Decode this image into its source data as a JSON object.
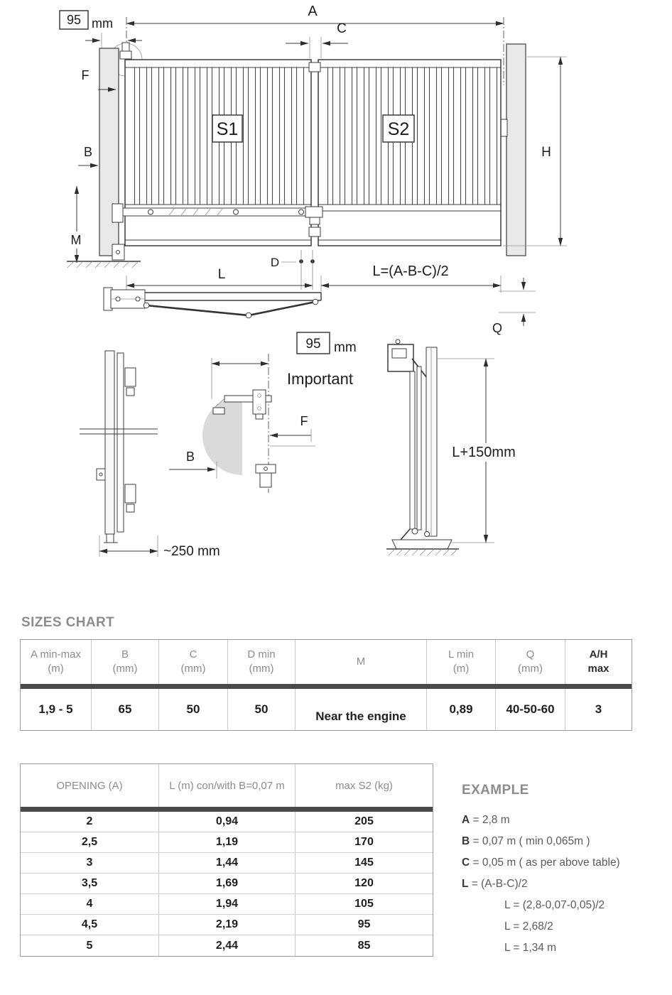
{
  "drawing": {
    "front": {
      "dim_a": "A",
      "box_95": "95",
      "unit_mm": "mm",
      "dim_c": "C",
      "dim_f": "F",
      "dim_b": "B",
      "leaf_s1": "S1",
      "leaf_s2": "S2",
      "dim_h": "H",
      "dim_m": "M",
      "dim_d": "D",
      "dim_l": "L",
      "formula_l": "L=(A-B-C)/2",
      "dim_q": "Q"
    },
    "details": {
      "box_95": "95",
      "unit_mm": "mm",
      "important": "Important",
      "dim_f": "F",
      "dim_b": "B",
      "dim_250": "~250 mm",
      "dim_l150": "L+150mm"
    }
  },
  "sizes_chart": {
    "title": "SIZES CHART",
    "headers": [
      {
        "l1": "A min-max",
        "l2": "(m)"
      },
      {
        "l1": "B",
        "l2": "(mm)"
      },
      {
        "l1": "C",
        "l2": "(mm)"
      },
      {
        "l1": "D min",
        "l2": "(mm)"
      },
      {
        "l1": "M",
        "l2": ""
      },
      {
        "l1": "L min",
        "l2": "(m)"
      },
      {
        "l1": "Q",
        "l2": "(mm)"
      },
      {
        "l1": "A/H",
        "l2": "max"
      }
    ],
    "values": [
      "1,9 - 5",
      "65",
      "50",
      "50",
      "Near the engine",
      "0,89",
      "40-50-60",
      "3"
    ]
  },
  "opening_table": {
    "headers": [
      "OPENING (A)",
      "L (m) con/with B=0,07 m",
      "max S2 (kg)"
    ],
    "rows": [
      [
        "2",
        "0,94",
        "205"
      ],
      [
        "2,5",
        "1,19",
        "170"
      ],
      [
        "3",
        "1,44",
        "145"
      ],
      [
        "3,5",
        "1,69",
        "120"
      ],
      [
        "4",
        "1,94",
        "105"
      ],
      [
        "4,5",
        "2,19",
        "95"
      ],
      [
        "5",
        "2,44",
        "85"
      ]
    ]
  },
  "example": {
    "title": "EXAMPLE",
    "items": [
      {
        "key": "A",
        "text": " = 2,8 m"
      },
      {
        "key": "B",
        "text": " = 0,07 m ( min 0,065m )"
      },
      {
        "key": "C",
        "text": " = 0,05 m ( as per above table)"
      },
      {
        "key": "L",
        "text": " = (A-B-C)/2"
      }
    ],
    "sub_items": [
      "L = (2,8-0,07-0,05)/2",
      "L = 2,68/2",
      "L = 1,34 m"
    ]
  }
}
